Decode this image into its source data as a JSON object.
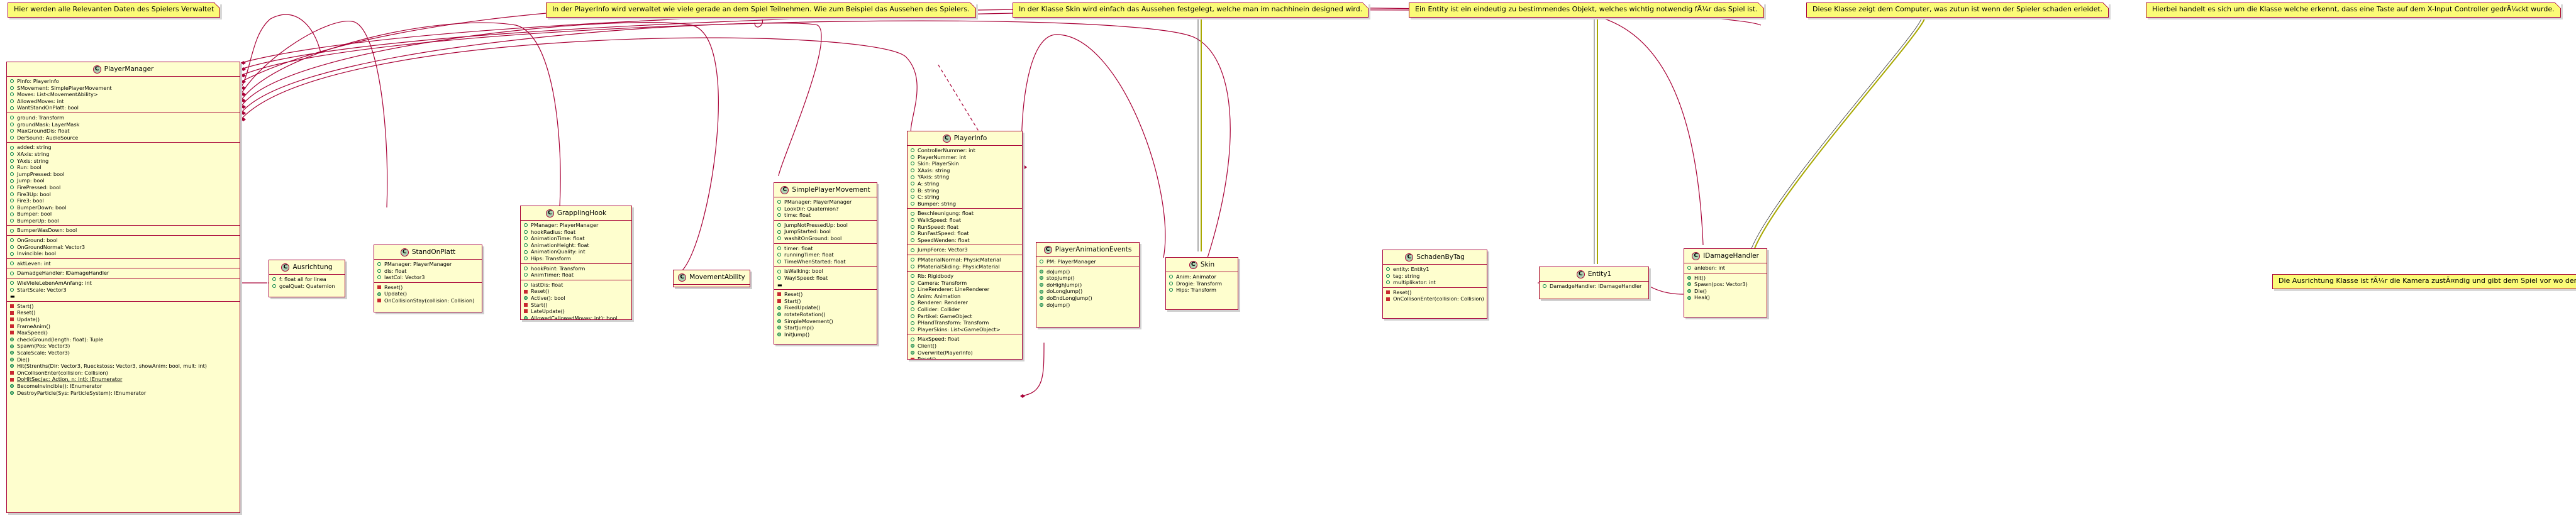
{
  "notes": [
    {
      "id": "player-data",
      "text": "Hier werden alle Relevanten Daten des Spielers Verwaltet"
    },
    {
      "id": "playerinfo",
      "text": "In der PlayerInfo wird verwaltet wie viele gerade an dem Spiel Teilnehmen. Wie zum Beispiel das Aussehen des Spielers."
    },
    {
      "id": "skin",
      "text": "In der Klasse Skin wird einfach das Aussehen festgelegt, welche man im nachhinein designed wird."
    },
    {
      "id": "entity",
      "text": "Ein Entity ist ein eindeutig zu bestimmendes Objekt, welches wichtig notwendig fÃ¼r das Spiel ist."
    },
    {
      "id": "schaden",
      "text": "Diese Klasse zeigt dem Computer, was zutun ist wenn der Spieler schaden erleidet."
    },
    {
      "id": "input",
      "text": "Hierbei handelt es sich um die Klasse welche erkennt, dass eine Taste auf dem X-Input Controller gedrÃ¼ckt wurde."
    },
    {
      "id": "ausrichtung",
      "text": "Die Ausrichtung Klasse ist fÃ¼r die Kamera zustÃ¤ndig und gibt dem Spiel vor wo der Spieler hinguckt."
    }
  ],
  "classes": {
    "PlayerManager": {
      "name": "PlayerManager",
      "sections": [
        [
          [
            "pub",
            "PInfo: PlayerInfo"
          ],
          [
            "pub",
            "SMovement: SimplePlayerMovement"
          ],
          [
            "pub",
            "Moves: List<MovementAbility>"
          ],
          [
            "pub",
            "AllowedMoves: int"
          ],
          [
            "pub",
            "WantStandOnPlatt: bool"
          ]
        ],
        [
          [
            "pub",
            "ground: Transform"
          ],
          [
            "pub",
            "groundMask: LayerMask"
          ],
          [
            "pub",
            "MaxGroundDis: float"
          ],
          [
            "pub",
            "DerSound: AudioSource"
          ]
        ],
        [
          [
            "pub",
            "added: string"
          ],
          [
            "pub",
            "XAxis: string"
          ],
          [
            "pub",
            "YAxis: string"
          ],
          [
            "pub",
            "Run: bool"
          ],
          [
            "pub",
            "JumpPressed: bool"
          ],
          [
            "pub",
            "Jump: bool"
          ],
          [
            "pub",
            "FirePressed: bool"
          ],
          [
            "pub",
            "Fire3Up: bool"
          ],
          [
            "pub",
            "Fire3: bool"
          ],
          [
            "pub",
            "BumperDown: bool"
          ],
          [
            "pub",
            "Bumper: bool"
          ],
          [
            "pub",
            "BumperUp: bool"
          ]
        ],
        [
          [
            "pub",
            "BumperWasDown: bool"
          ]
        ],
        [
          [
            "pub",
            "OnGround: bool"
          ],
          [
            "pub",
            "OnGroundNormal: Vector3"
          ],
          [
            "pub",
            "Invincible: bool"
          ]
        ],
        [
          [
            "pub",
            "aktLeven: int"
          ]
        ],
        [
          [
            "pub",
            "DamadgeHandler: IDamageHandler"
          ]
        ],
        [
          [
            "pub",
            "WieVieleLebenAmAnfang: int"
          ],
          [
            "pub",
            "StartScale: Vector3"
          ],
          [
            "none",
            "▬"
          ]
        ],
        [
          [
            "privm",
            "Start()"
          ],
          [
            "privm",
            "Reset()"
          ],
          [
            "privm",
            "Update()"
          ],
          [
            "privm",
            "FrameAnim()"
          ],
          [
            "privm",
            "MaxSpeed()"
          ],
          [
            "pubm",
            "checkGround(length: float): Tuple"
          ],
          [
            "pubm",
            "Spawn(Pos: Vector3)"
          ],
          [
            "pubm",
            "ScaleScale: Vector3)"
          ],
          [
            "pubm",
            "Die()"
          ],
          [
            "pubm",
            "Hit(Strenths(Dir: Vector3, Rueckstoss: Vector3, showAnim: bool, mult: int)"
          ],
          [
            "privm",
            "OnCollisonEnter(collision: Collision)"
          ],
          [
            "privmu",
            "DoHitSec(ac: Action, n: int): IEnumerator"
          ],
          [
            "pubm",
            "BecomeInvincible(): IEnumerator"
          ],
          [
            "pubm",
            "DestroyParticle(Sys: ParticleSystem): IEnumerator"
          ]
        ]
      ]
    },
    "Ausrichtung": {
      "name": "Ausrichtung",
      "sections": [
        [
          [
            "pub",
            "f: float all for linea"
          ],
          [
            "pub",
            "goalQuat: Quaternion"
          ]
        ]
      ]
    },
    "StandOnPlatt": {
      "name": "StandOnPlatt",
      "sections": [
        [
          [
            "pub",
            "PManager: PlayerManager"
          ],
          [
            "pub",
            "dis: float"
          ],
          [
            "pub",
            "lastCol: Vector3"
          ]
        ],
        [
          [
            "privm",
            "Reset()"
          ],
          [
            "pubm",
            "Update()"
          ],
          [
            "privm",
            "OnCollisionStay(collision: Collision)"
          ]
        ]
      ]
    },
    "GrapplingHook": {
      "name": "GrapplingHook",
      "sections": [
        [
          [
            "pub",
            "PManager: PlayerManager"
          ],
          [
            "pub",
            "hookRadius: float"
          ],
          [
            "pub",
            "AnimationTime: float"
          ],
          [
            "pub",
            "AnimationHeight: float"
          ],
          [
            "pub",
            "AnimationQuality: int"
          ],
          [
            "pub",
            "Hips: Transform"
          ]
        ],
        [
          [
            "pub",
            "hookPoint: Transform"
          ],
          [
            "pub",
            "AnimTimer: float"
          ]
        ],
        [
          [
            "pub",
            "lastDis: float"
          ],
          [
            "privm",
            "Reset()"
          ],
          [
            "pubm",
            "Active(): bool"
          ],
          [
            "privm",
            "Start()"
          ],
          [
            "privm",
            "LateUpdate()"
          ],
          [
            "pubm",
            "AllowedCallowedMoves: int): bool"
          ]
        ]
      ]
    },
    "MovementAbility": {
      "name": "MovementAbility",
      "sections": []
    },
    "SimplePlayerMovement": {
      "name": "SimplePlayerMovement",
      "sections": [
        [
          [
            "pub",
            "PManager: PlayerManager"
          ],
          [
            "pub",
            "LookDir: Quaternion?"
          ],
          [
            "pub",
            "time: float"
          ]
        ],
        [
          [
            "pub",
            "JumpNotPressedUp: bool"
          ],
          [
            "pub",
            "JumpStarted: bool"
          ],
          [
            "pub",
            "washitOnGround: bool"
          ]
        ],
        [
          [
            "pub",
            "timer: float"
          ],
          [
            "pub",
            "runningTimer: float"
          ],
          [
            "pub",
            "TimeWhenStarted: float"
          ]
        ],
        [
          [
            "pub",
            "isWalking: bool"
          ],
          [
            "pub",
            "WayISpeed: float"
          ],
          [
            "none",
            "▬"
          ]
        ],
        [
          [
            "privm",
            "Reset()"
          ],
          [
            "privm",
            "Start()"
          ],
          [
            "pubm",
            "FixedUpdate()"
          ],
          [
            "pubm",
            "rotateRotation()"
          ],
          [
            "pubm",
            "SimpleMovement()"
          ],
          [
            "pubm",
            "StartJump()"
          ],
          [
            "pubm",
            "InitJump()"
          ]
        ]
      ]
    },
    "PlayerInfo": {
      "name": "PlayerInfo",
      "sections": [
        [
          [
            "pub",
            "ControllerNummer: int"
          ],
          [
            "pub",
            "PlayerNummer: int"
          ],
          [
            "pub",
            "Skin: PlayerSkin"
          ],
          [
            "pub",
            "XAxis: string"
          ],
          [
            "pub",
            "YAxis: string"
          ],
          [
            "pub",
            "A: string"
          ],
          [
            "pub",
            "B: string"
          ],
          [
            "pub",
            "C: string"
          ],
          [
            "pub",
            "Bumper: string"
          ]
        ],
        [
          [
            "pub",
            "Beschleunigung: float"
          ],
          [
            "pub",
            "WalkSpeed: float"
          ],
          [
            "pub",
            "RunSpeed: float"
          ],
          [
            "pub",
            "RunFastSpeed: float"
          ],
          [
            "pub",
            "SpeedWenden: float"
          ]
        ],
        [
          [
            "pub",
            "JumpForce: Vector3"
          ]
        ],
        [
          [
            "pub",
            "PMaterialNormal: PhysicMaterial"
          ],
          [
            "pub",
            "PMaterialSliding: PhysicMaterial"
          ]
        ],
        [
          [
            "pub",
            "Rb: Rigidbody"
          ],
          [
            "pub",
            "Camera: Transform"
          ],
          [
            "pub",
            "LineRenderer: LineRenderer"
          ],
          [
            "pub",
            "Anim: Animation"
          ],
          [
            "pub",
            "Renderer: Renderer"
          ],
          [
            "pub",
            "Collider: Collider"
          ],
          [
            "pub",
            "Partikel: GameObject"
          ],
          [
            "pub",
            "PHandTransform: Transform"
          ],
          [
            "pub",
            "PlayerSkins: List<GameObject>"
          ]
        ],
        [
          [
            "pub",
            "MaxSpeed: float"
          ],
          [
            "pubm",
            "Client()"
          ],
          [
            "pubm",
            "Overwrite(PlayerInfo)"
          ],
          [
            "privm",
            "Reset()"
          ]
        ]
      ]
    },
    "PlayerAnimationEvents": {
      "name": "PlayerAnimationEvents",
      "sections": [
        [
          [
            "pub",
            "PM: PlayerManager"
          ]
        ],
        [
          [
            "pubm",
            "doJump()"
          ],
          [
            "pubm",
            "stopJump()"
          ],
          [
            "pubm",
            "doHighJump()"
          ],
          [
            "pubm",
            "doLongJump()"
          ],
          [
            "pubm",
            "doEndLongJump()"
          ],
          [
            "pubm",
            "doJump()"
          ]
        ]
      ]
    },
    "Skin": {
      "name": "Skin",
      "sections": [
        [
          [
            "pub",
            "Anim: Animator"
          ],
          [
            "pub",
            "Drogie: Transform"
          ],
          [
            "pub",
            "Hips: Transform"
          ]
        ]
      ]
    },
    "SchadenByTag": {
      "name": "SchadenByTag",
      "sections": [
        [
          [
            "pub",
            "entity: Entity1"
          ],
          [
            "pub",
            "tag: string"
          ],
          [
            "pub",
            "multiplikator: int"
          ]
        ],
        [
          [
            "privm",
            "Reset()"
          ],
          [
            "privm",
            "OnCollisonEnter(collision: Collision)"
          ]
        ]
      ]
    },
    "Entity1": {
      "name": "Entity1",
      "sections": [
        [
          [
            "pub",
            "DamadgeHandler: IDamageHandler"
          ]
        ]
      ]
    },
    "IDamageHandler": {
      "name": "IDamageHandler",
      "sections": [
        [
          [
            "pub",
            "anleben: int"
          ]
        ],
        [
          [
            "pubm",
            "Hit()"
          ],
          [
            "pubm",
            "Spawn(pos: Vector3)"
          ],
          [
            "pubm",
            "Die()"
          ],
          [
            "pubm",
            "Heal()"
          ]
        ]
      ]
    }
  },
  "colors": {
    "class_bg": "#fefece",
    "border": "#a80036",
    "note_bg": "#fbfb77",
    "icon_c": "#add1b2",
    "public": "#038048",
    "private": "#c82930",
    "protected": "#b38d22"
  }
}
